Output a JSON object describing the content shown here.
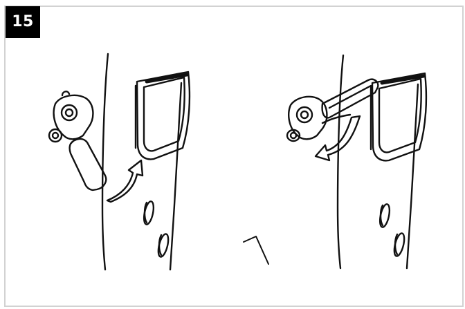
{
  "step": {
    "number": "15"
  },
  "colors": {
    "badge_background": "#000000",
    "badge_text": "#ffffff",
    "frame_border": "#d2d2d2",
    "line": "#111111"
  },
  "illustrations": [
    {
      "name": "detached-clamp-illustration"
    },
    {
      "name": "attached-clamp-illustration"
    }
  ]
}
